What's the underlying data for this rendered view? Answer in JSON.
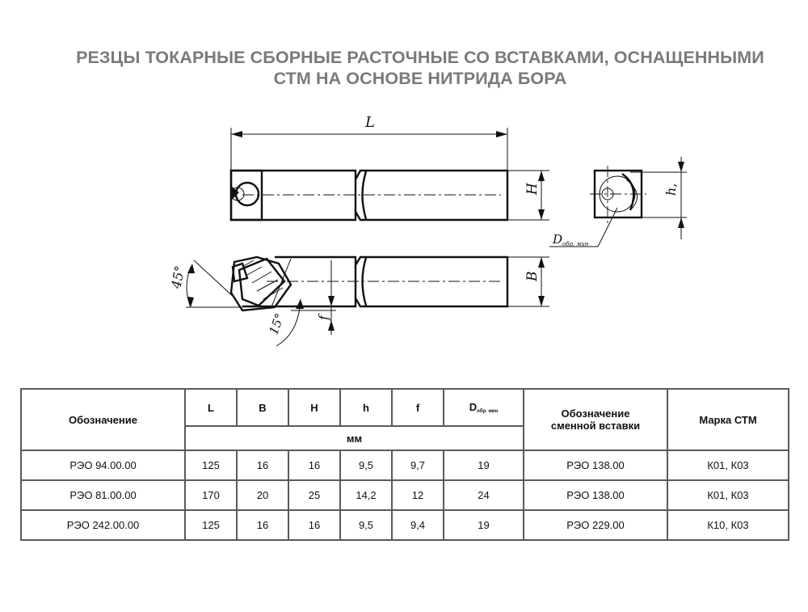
{
  "title": {
    "line1": "РЕЗЦЫ ТОКАРНЫЕ СБОРНЫЕ РАСТОЧНЫЕ СО ВСТАВКАМИ, ОСНАЩЕННЫМИ",
    "line2": "СТМ НА ОСНОВЕ НИТРИДА БОРА"
  },
  "drawing": {
    "dim_L": "L",
    "dim_H": "H",
    "dim_h": "h,",
    "dim_B": "B",
    "dim_f": "f",
    "dim_D": "D",
    "dim_D_sub": "обр. мин",
    "angle_45": "45°",
    "angle_15": "15°"
  },
  "table": {
    "headers": {
      "designation": "Обозначение",
      "L": "L",
      "B": "B",
      "H": "H",
      "h": "h",
      "f": "f",
      "D": "D",
      "D_sub": "обр. мин",
      "units": "мм",
      "insert_line1": "Обозначение",
      "insert_line2": "сменной вставки",
      "grade": "Марка СТМ"
    },
    "rows": [
      {
        "designation": "РЭО 94.00.00",
        "L": "125",
        "B": "16",
        "H": "16",
        "h": "9,5",
        "f": "9,7",
        "D": "19",
        "insert": "РЭО 138.00",
        "grade": "К01, К03"
      },
      {
        "designation": "РЭО 81.00.00",
        "L": "170",
        "B": "20",
        "H": "25",
        "h": "14,2",
        "f": "12",
        "D": "24",
        "insert": "РЭО 138.00",
        "grade": "К01, К03"
      },
      {
        "designation": "РЭО 242.00.00",
        "L": "125",
        "B": "16",
        "H": "16",
        "h": "9,5",
        "f": "9,4",
        "D": "19",
        "insert": "РЭО 229.00",
        "grade": "К10, К03"
      }
    ]
  }
}
